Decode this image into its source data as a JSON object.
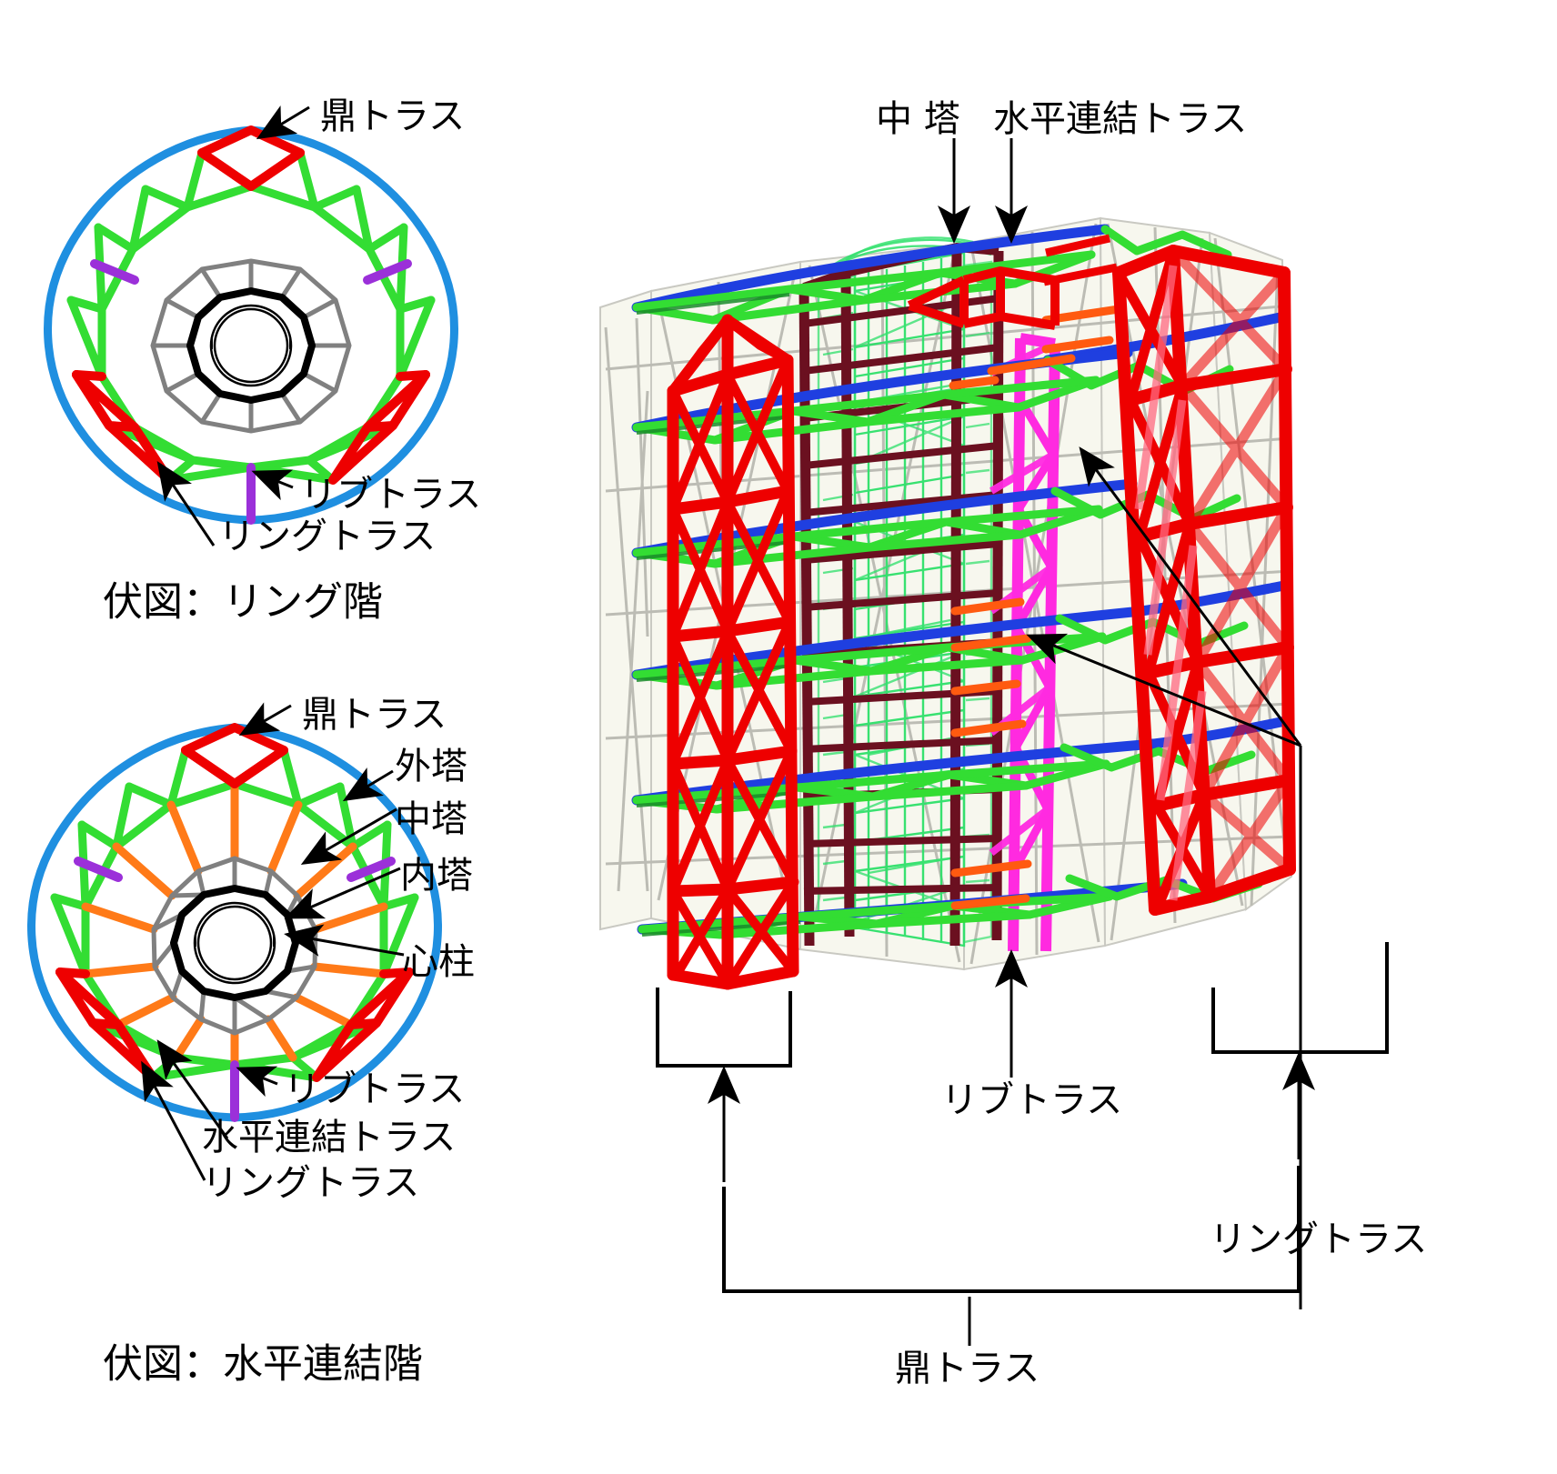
{
  "figure": {
    "title_visible": false,
    "background": "#ffffff"
  },
  "colors": {
    "kanae_truss": "#ee0000",
    "ring_truss": "#1f8fe0",
    "rib_truss": "#9b30d9",
    "green_truss": "#33dd33",
    "horizontal_link_truss": "#ff7a18",
    "inner_tower_outline": "#000000",
    "middle_tower_gray": "#808080",
    "magenta_member": "#ff2ae0",
    "dark_red_column": "#6b1020",
    "ghost_gray": "#c9c9c2",
    "panel_fill": "#f7f7ee",
    "arrow_black": "#000000"
  },
  "plan_ring": {
    "caption": "伏図：リング階",
    "labels": {
      "kanae": "鼎トラス",
      "rib": "リブトラス",
      "ring": "リングトラス"
    }
  },
  "plan_link": {
    "caption": "伏図：水平連結階",
    "labels": {
      "kanae": "鼎トラス",
      "outer_tower": "外塔",
      "middle_tower": "中塔",
      "inner_tower": "内塔",
      "center_pillar": "心柱",
      "rib": "リブトラス",
      "horizontal_link": "水平連結トラス",
      "ring": "リングトラス"
    }
  },
  "perspective": {
    "top_labels": {
      "middle_tower": "中 塔",
      "horizontal_link": "水平連結トラス"
    },
    "bottom_labels": {
      "rib": "リブトラス",
      "kanae": "鼎トラス",
      "ring": "リングトラス"
    }
  }
}
